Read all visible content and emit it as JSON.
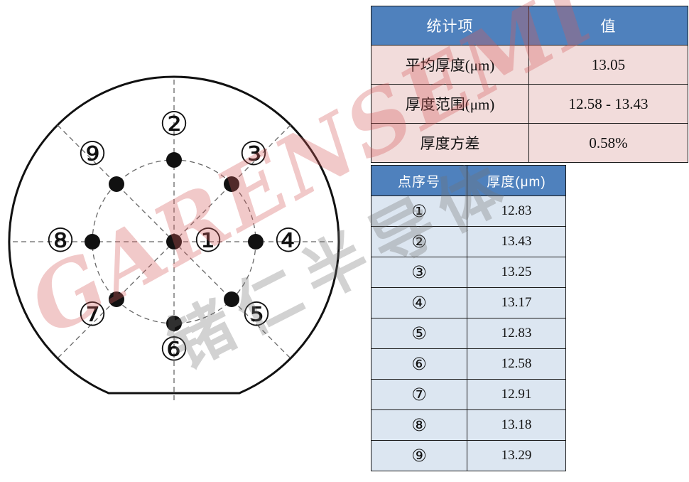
{
  "watermark": {
    "brand_en": "GARENSEMI",
    "brand_zh": "锗仁半导体"
  },
  "colors": {
    "header_blue": "#4f81bd",
    "stats_row_pink": "#f2dcdb",
    "points_row_blue": "#dce6f1",
    "table_border": "#1a1a1a",
    "dot_black": "#111111",
    "watermark_red": "#d55c5c",
    "watermark_gray": "#737373"
  },
  "stats_table": {
    "col_headers": [
      "统计项",
      "值"
    ],
    "rows": [
      {
        "label": "平均厚度(μm)",
        "value": "13.05"
      },
      {
        "label": "厚度范围(μm)",
        "value": "12.58 - 13.43"
      },
      {
        "label": "厚度方差",
        "value": "0.58%"
      }
    ]
  },
  "points_table": {
    "col_headers": [
      "点序号",
      "厚度(μm)"
    ],
    "rows": [
      {
        "point": "①",
        "value": "12.83"
      },
      {
        "point": "②",
        "value": "13.43"
      },
      {
        "point": "③",
        "value": "13.25"
      },
      {
        "point": "④",
        "value": "13.17"
      },
      {
        "point": "⑤",
        "value": "12.83"
      },
      {
        "point": "⑥",
        "value": "12.58"
      },
      {
        "point": "⑦",
        "value": "12.91"
      },
      {
        "point": "⑧",
        "value": "13.18"
      },
      {
        "point": "⑨",
        "value": "13.29"
      }
    ]
  },
  "wafer": {
    "labels": [
      "①",
      "②",
      "③",
      "④",
      "⑤",
      "⑥",
      "⑦",
      "⑧",
      "⑨"
    ]
  },
  "chart_data": {
    "type": "table",
    "title": "9-point wafer thickness map",
    "points": [
      {
        "point": 1,
        "symbol": "①",
        "position": "center",
        "thickness_um": 12.83
      },
      {
        "point": 2,
        "symbol": "②",
        "position": "top",
        "thickness_um": 13.43
      },
      {
        "point": 3,
        "symbol": "③",
        "position": "top-right",
        "thickness_um": 13.25
      },
      {
        "point": 4,
        "symbol": "④",
        "position": "right",
        "thickness_um": 13.17
      },
      {
        "point": 5,
        "symbol": "⑤",
        "position": "bottom-right",
        "thickness_um": 12.83
      },
      {
        "point": 6,
        "symbol": "⑥",
        "position": "bottom",
        "thickness_um": 12.58
      },
      {
        "point": 7,
        "symbol": "⑦",
        "position": "bottom-left",
        "thickness_um": 12.91
      },
      {
        "point": 8,
        "symbol": "⑧",
        "position": "left",
        "thickness_um": 13.18
      },
      {
        "point": 9,
        "symbol": "⑨",
        "position": "top-left",
        "thickness_um": 13.29
      }
    ],
    "stats": {
      "mean_thickness_um": 13.05,
      "thickness_range_um": "12.58 - 13.43",
      "thickness_variance_pct": "0.58%"
    }
  }
}
